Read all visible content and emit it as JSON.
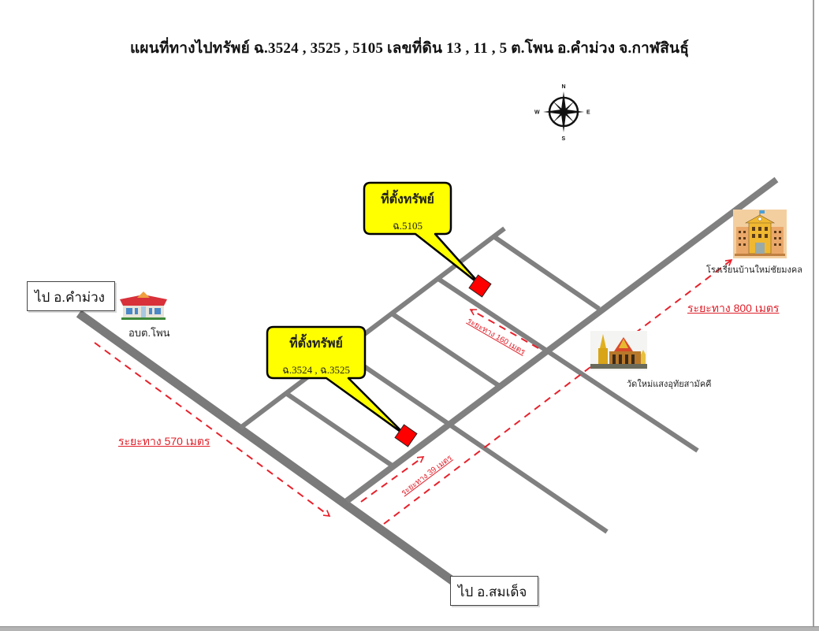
{
  "title": "แผนที่ทางไปทรัพย์ ฉ.3524 , 3525 , 5105 เลขที่ดิน 13 , 11 , 5  ต.โพน  อ.คำม่วง  จ.กาฬสินธุ์",
  "compass": {
    "north": "N",
    "south": "S",
    "east": "E",
    "west": "W"
  },
  "direction_labels": {
    "to_khammuang": "ไป อ.คำม่วง",
    "to_somdet": "ไป อ.สมเด็จ"
  },
  "callouts": [
    {
      "title": "ที่ตั้งทรัพย์",
      "deeds": "ฉ.5105"
    },
    {
      "title": "ที่ตั้งทรัพย์",
      "deeds": "ฉ.3524 , ฉ.3525"
    }
  ],
  "landmarks": {
    "sao_phon": "อบต.โพน",
    "school": "โรงเรียนบ้านใหม่ชัยมงคล",
    "temple": "วัดใหม่แสงอุทัยสามัคคี"
  },
  "distances": {
    "d570": "ระยะทาง 570 เมตร",
    "d800": "ระยะทาง 800 เมตร",
    "d160": "ระยะทาง 160 เมตร",
    "d39": "ระยะทาง 39 เมตร"
  },
  "colors": {
    "road": "#7f7f7f",
    "callout_fill": "#ffff00",
    "marker": "#ff0000",
    "route": "#e8202a"
  }
}
